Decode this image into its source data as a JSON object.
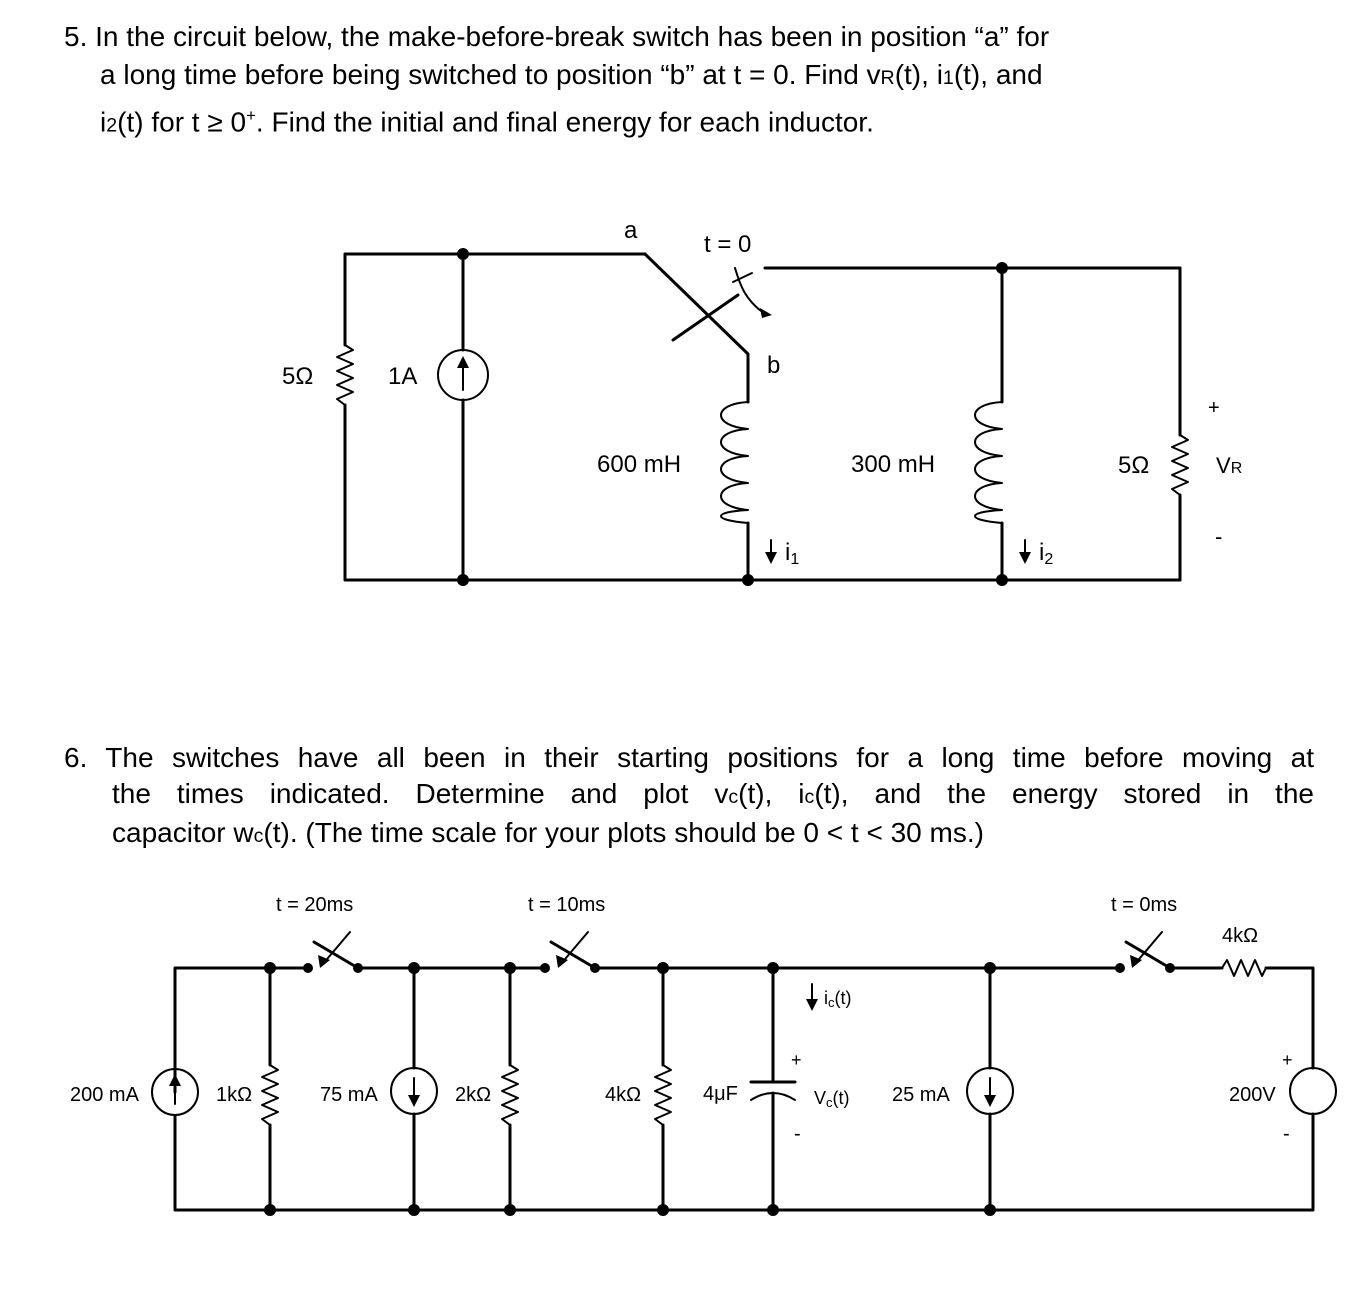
{
  "problem5": {
    "line1": "5. In the circuit below, the make-before-break switch has been in position “a” for",
    "line2_a": "a long time before being switched to position “b” at t = 0. Find  v",
    "line2_sub1": "R",
    "line2_b": "(t), i",
    "line2_sub2": "1",
    "line2_c": "(t), and",
    "line3_a": "i",
    "line3_sub": "2",
    "line3_b": "(t) for t ",
    "line3_ge": "≥",
    "line3_c": " 0",
    "line3_sup": "+",
    "line3_d": ".  Find the initial and final energy for each inductor."
  },
  "circuit1": {
    "r_left": "5Ω",
    "source": "1A",
    "pos_a": "a",
    "switch_time": "t = 0",
    "pos_b": "b",
    "l1": "600 mH",
    "l2": "300 mH",
    "r_right": "5Ω",
    "vr_plus": "+",
    "vr_minus": "-",
    "vr_main": "V",
    "vr_sub": "R",
    "i1_main": "i",
    "i1_sub": "1",
    "i2_main": "i",
    "i2_sub": "2"
  },
  "problem6": {
    "line1": "6.  The switches have all been in their starting positions for a long time before moving at",
    "line2_a": "the times indicated. Determine and plot v",
    "line2_sub1": "c",
    "line2_b": "(t), i",
    "line2_sub2": "c",
    "line2_c": "(t), and the energy stored in the",
    "line3_a": "capacitor w",
    "line3_sub": "c",
    "line3_b": "(t).  (The time scale for your plots should be 0 < t < 30 ms.)"
  },
  "circuit2": {
    "sw1_time": "t = 20ms",
    "sw2_time": "t = 10ms",
    "sw3_time": "t = 0ms",
    "src1": "200 mA",
    "r1": "1kΩ",
    "src2": "75 mA",
    "r2": "2kΩ",
    "r3": "4kΩ",
    "cap": "4μF",
    "ic_main": "i",
    "ic_sub": "c",
    "ic_tail": "(t)",
    "vc_main": "V",
    "vc_sub": "c",
    "vc_tail": "(t)",
    "cap_plus": "+",
    "cap_minus": "-",
    "src3": "25 mA",
    "r4": "4kΩ",
    "vsrc": "200V",
    "vsrc_plus": "+",
    "vsrc_minus": "-"
  }
}
